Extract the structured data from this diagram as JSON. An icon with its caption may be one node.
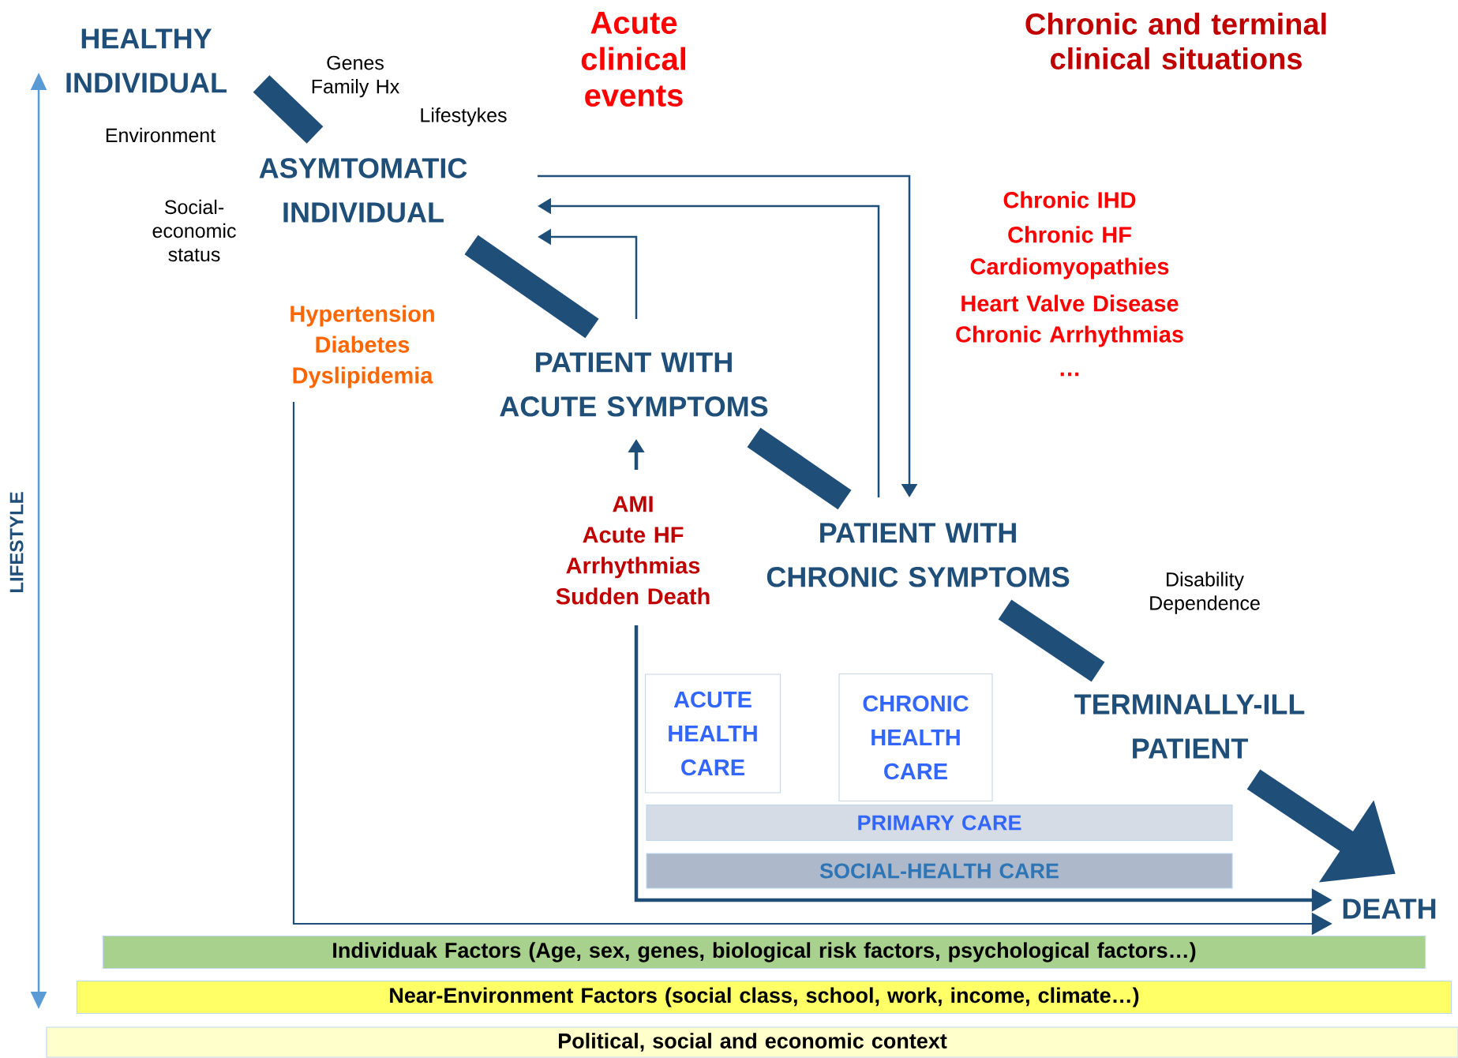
{
  "diagram": {
    "nodes": [
      {
        "text": [
          "HEALTHY INDIVIDUAL"
        ]
      },
      {
        "text": [
          "ASYMTOMATIC INDIVIDUAL"
        ]
      },
      {
        "text": [
          "PATIENT WITH ACUTE SYMPTOMS"
        ]
      },
      {
        "text": [
          "PATIENT WITH CHRONIC SYMPTOMS"
        ]
      },
      {
        "text": [
          "TERMINALLY-ILL PATIENT"
        ]
      },
      {
        "text": [
          "DEATH"
        ]
      },
      {
        "text": [
          "Hypertension",
          "Diabetes",
          "Dyslipidemia"
        ]
      },
      {
        "text": [
          "AMI",
          "Acute HF",
          "Arrhythmias",
          "Sudden Death"
        ]
      },
      {
        "text": [
          "ACUTE HEALTH CARE"
        ]
      },
      {
        "text": [
          "CHRONIC HEALTH CARE"
        ]
      },
      {
        "text": [
          "PRIMARY CARE"
        ]
      },
      {
        "text": [
          "SOCIAL-HEALTH CARE"
        ]
      },
      {
        "text": [
          "Individuak Factors (Age, sex, genes, biological risk factors, psychological factors…)"
        ]
      },
      {
        "text": [
          "Near-Environment Factors (social class, school, work, income, climate…)"
        ]
      },
      {
        "text": [
          "Political, social and economic context"
        ]
      }
    ],
    "edges": [
      {
        "from": 0,
        "to": 1,
        "arrow": "none",
        "style": "thick"
      },
      {
        "from": 1,
        "to": 2,
        "arrow": "none",
        "style": "thick"
      },
      {
        "from": 2,
        "to": 3,
        "arrow": "none",
        "style": "thick"
      },
      {
        "from": 3,
        "to": 4,
        "arrow": "none",
        "style": "thick"
      },
      {
        "from": 4,
        "to": 5,
        "arrow": "to",
        "style": "thick"
      },
      {
        "from": 1,
        "to": 3,
        "arrow": "to"
      },
      {
        "from": 3,
        "to": 1,
        "arrow": "to"
      },
      {
        "from": 2,
        "to": 1,
        "arrow": "to"
      },
      {
        "from": 7,
        "to": 2,
        "arrow": "to"
      },
      {
        "from": 7,
        "to": 5,
        "arrow": "to"
      },
      {
        "from": 6,
        "to": 5,
        "arrow": "to"
      }
    ],
    "labels": [
      "Genes Family Hx",
      "Lifestykes",
      "Environment",
      "Social- economic status",
      "Acute clinical events",
      "Chronic and terminal clinical situations",
      "Chronic IHD",
      "Chronic HF",
      "Cardiomyopathies",
      "Heart Valve Disease",
      "Chronic Arrhythmias",
      "…",
      "Disability Dependence",
      "LIFESTYLE"
    ]
  }
}
